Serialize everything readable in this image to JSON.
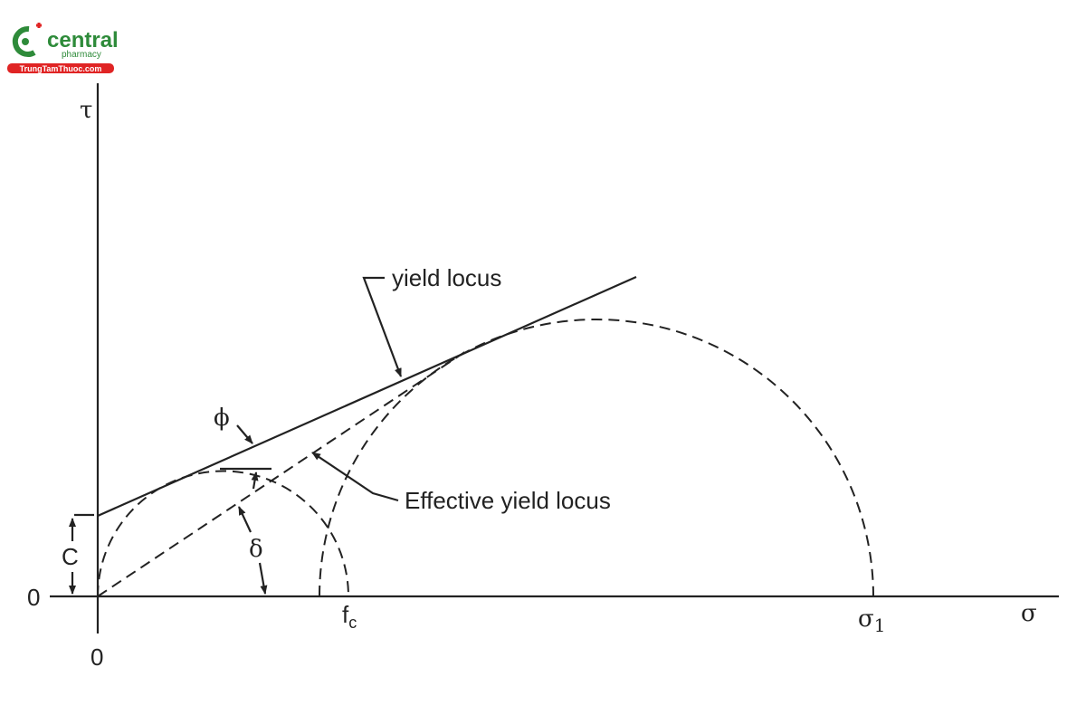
{
  "logo": {
    "brand": "central",
    "sub": "pharmacy",
    "site": "TrungTamThuoc.com",
    "colors": {
      "green": "#2e8b3a",
      "red": "#e02424"
    }
  },
  "diagram": {
    "axis_y_label": "τ",
    "axis_x_label": "σ",
    "origin_y_label": "0",
    "origin_x_label": "0",
    "cohesion_label": "C",
    "delta_label": "δ",
    "phi_label": "ϕ",
    "fc_label": "f",
    "fc_sub": "c",
    "sigma1_label": "σ",
    "sigma1_sub": "1",
    "yield_locus_label": "yield locus",
    "effective_label": "Effective yield locus"
  }
}
